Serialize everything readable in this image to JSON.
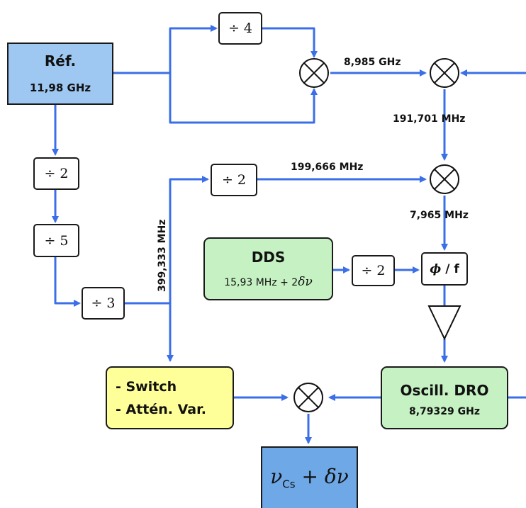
{
  "colors": {
    "wire": "#3b6fe8",
    "ref_box": "#9ec8f2",
    "dds_box": "#c6f2c3",
    "dro_box": "#c6f2c3",
    "switch_box": "#ffff99",
    "output_box": "#6fa8e6"
  },
  "ref": {
    "title": "Réf.",
    "freq": "11,98 GHz"
  },
  "dividers": {
    "div4": "÷ 4",
    "div2_a": "÷ 2",
    "div5": "÷ 5",
    "div3": "÷ 3",
    "div2_b": "÷ 2",
    "div2_c": "÷ 2"
  },
  "signals": {
    "mix1_out": "8,985 GHz",
    "mix2_out": "191,701 MHz",
    "div2_out": "199,666 MHz",
    "mix3_out": "7,965 MHz",
    "chain_out": "399,333 MHz"
  },
  "dds": {
    "title": "DDS",
    "freq_prefix": "15,93 MHz + 2",
    "freq_symbol": "δν"
  },
  "phase_detector": {
    "phi": "ϕ",
    "sep": " / f"
  },
  "dro": {
    "title": "Oscill. DRO",
    "freq": "8,79329 GHz"
  },
  "switch_box": {
    "line1": "- Switch",
    "line2": "- Attén. Var."
  },
  "output": {
    "nu": "ν",
    "sub": "Cs",
    "plus": " + ",
    "delta_nu": "δν"
  },
  "icons": {
    "mixer": "mixer-x-icon",
    "amplifier": "amplifier-triangle-icon",
    "arrow": "arrowhead-icon"
  }
}
